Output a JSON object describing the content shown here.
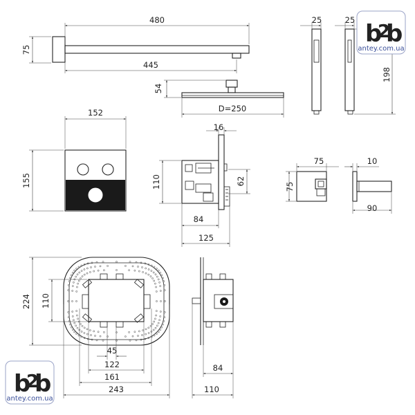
{
  "drawing": {
    "shower_arm": {
      "length_total": "480",
      "length_inner": "445",
      "flange_height": "75"
    },
    "shower_head": {
      "height": "54",
      "diameter": "D=250"
    },
    "hand_shower": {
      "width_a": "25",
      "width_b": "25",
      "length": "198"
    },
    "control_panel": {
      "width": "152",
      "height": "155"
    },
    "panel_side": {
      "depth_plate": "16",
      "height": "110",
      "port_spacing": "62",
      "body_depth": "84",
      "total_depth": "125"
    },
    "wall_outlet": {
      "plate_size": "75",
      "plate_height": "75",
      "spout_height": "10",
      "spout_length": "90"
    },
    "box_front": {
      "height_total": "224",
      "height_inner": "110",
      "w45": "45",
      "w122": "122",
      "w161": "161",
      "w243": "243"
    },
    "box_side": {
      "depth": "84",
      "total_depth": "110"
    }
  },
  "logos": [
    {
      "text": "antey.com.ua"
    },
    {
      "text": "antey.com.ua"
    }
  ]
}
